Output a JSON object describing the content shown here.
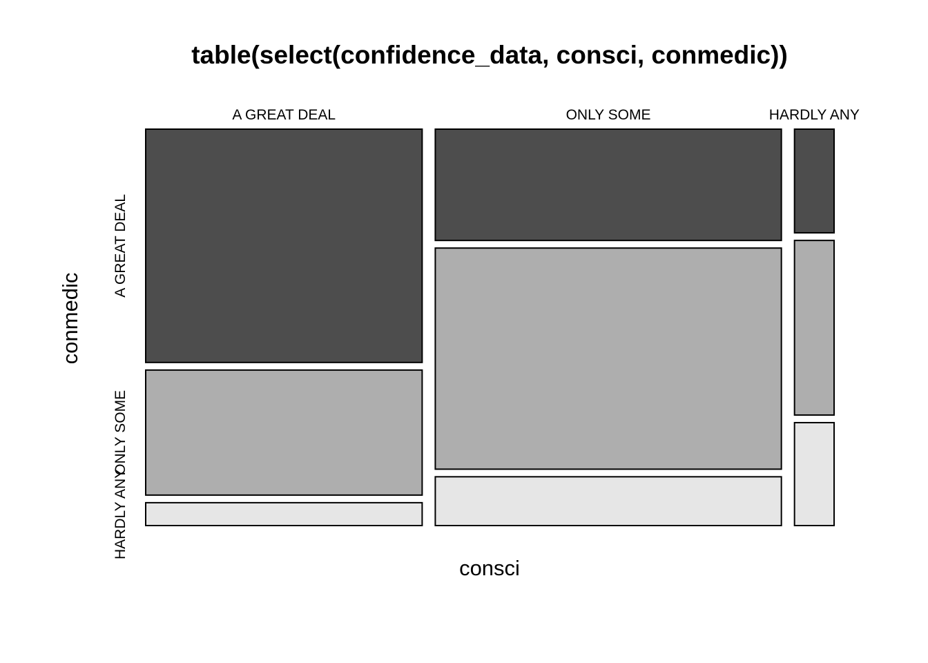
{
  "chart_data": {
    "type": "mosaic",
    "title": "table(select(confidence_data, consci, conmedic))",
    "xlabel": "consci",
    "ylabel": "conmedic",
    "x_categories": [
      "A GREAT DEAL",
      "ONLY SOME",
      "HARDLY ANY"
    ],
    "y_categories": [
      "A GREAT DEAL",
      "ONLY SOME",
      "HARDLY ANY"
    ],
    "x_proportions": [
      0.405,
      0.507,
      0.058
    ],
    "conditional_proportions": [
      [
        0.612,
        0.328,
        0.06
      ],
      [
        0.292,
        0.58,
        0.128
      ],
      [
        0.272,
        0.458,
        0.27
      ]
    ],
    "colors": {
      "A GREAT DEAL": "#4d4d4d",
      "ONLY SOME": "#aeaeae",
      "HARDLY ANY": "#e6e6e6"
    }
  }
}
